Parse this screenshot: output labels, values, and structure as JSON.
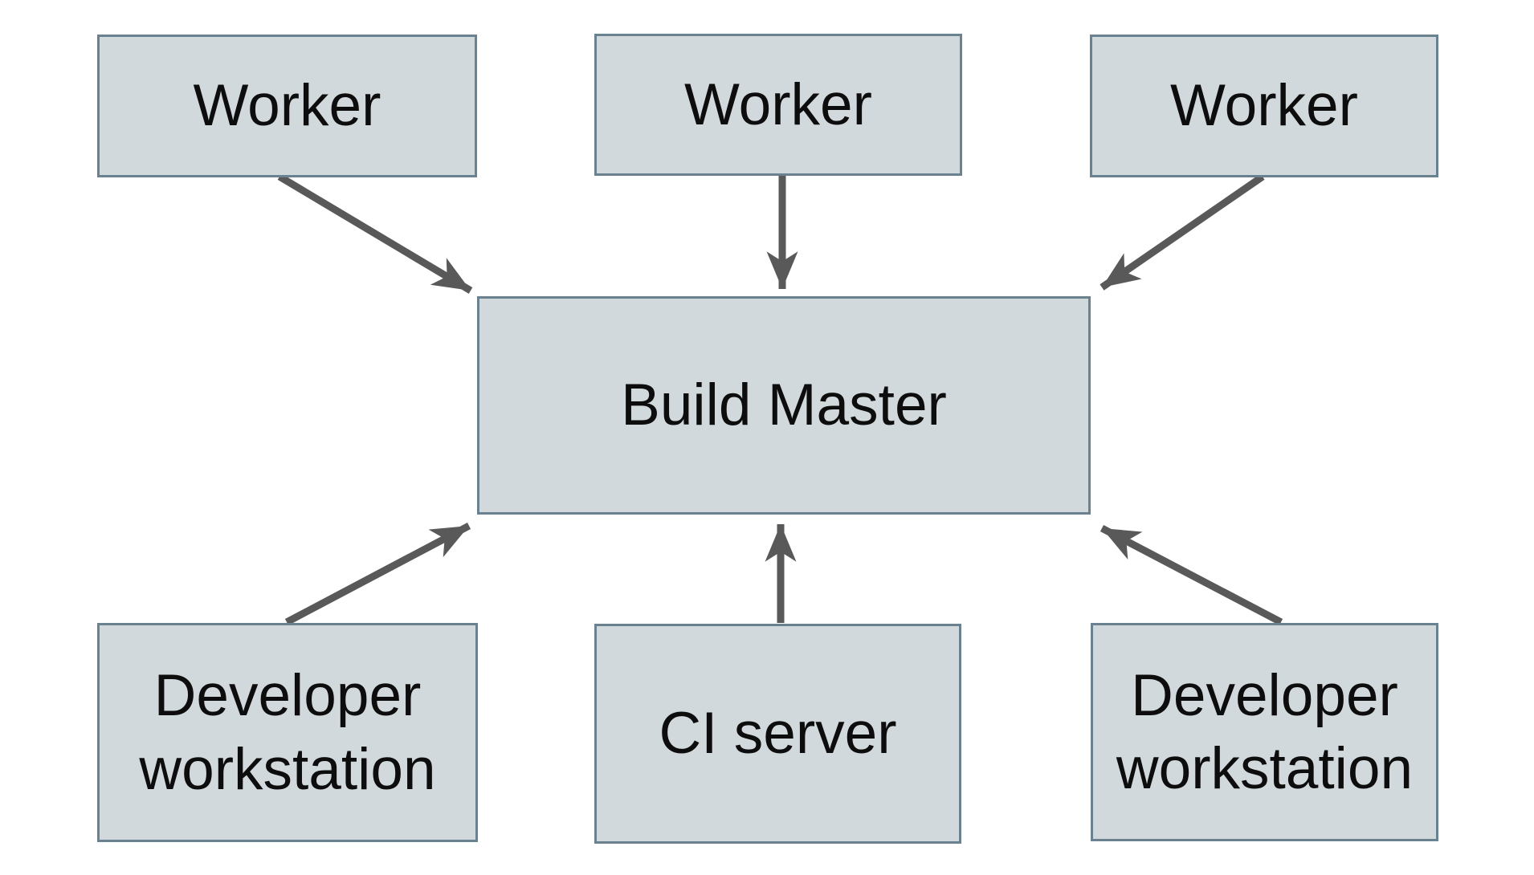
{
  "diagram": {
    "type": "architecture-diagram",
    "nodes": [
      {
        "id": "worker-1",
        "label": "Worker"
      },
      {
        "id": "worker-2",
        "label": "Worker"
      },
      {
        "id": "worker-3",
        "label": "Worker"
      },
      {
        "id": "build-master",
        "label": "Build Master"
      },
      {
        "id": "dev-workstation-1",
        "label": "Developer workstation"
      },
      {
        "id": "ci-server",
        "label": "CI server"
      },
      {
        "id": "dev-workstation-2",
        "label": "Developer workstation"
      }
    ],
    "edges": [
      {
        "from": "worker-1",
        "to": "build-master",
        "arrow": "to"
      },
      {
        "from": "worker-2",
        "to": "build-master",
        "arrow": "to"
      },
      {
        "from": "worker-3",
        "to": "build-master",
        "arrow": "to"
      },
      {
        "from": "dev-workstation-1",
        "to": "build-master",
        "arrow": "to"
      },
      {
        "from": "ci-server",
        "to": "build-master",
        "arrow": "to"
      },
      {
        "from": "dev-workstation-2",
        "to": "build-master",
        "arrow": "to"
      }
    ],
    "colors": {
      "background": "#ffffff",
      "node_fill": "#d2d9dc",
      "node_border": "#6a8290",
      "arrow": "#595959",
      "text": "#0d0d0d"
    }
  }
}
